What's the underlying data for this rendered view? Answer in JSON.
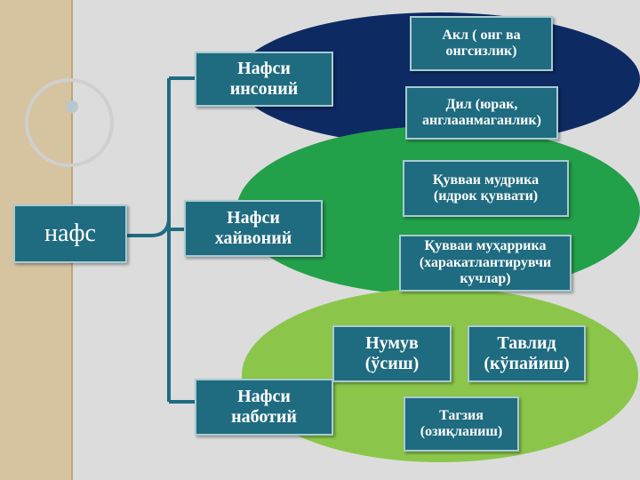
{
  "colors": {
    "box_fill": "#1f6b80",
    "ellipse_insoniy": "#0e2a63",
    "ellipse_hayvoniy": "#23a04a",
    "ellipse_nabotiy": "#8bc64a",
    "connector": "#1f6b80"
  },
  "root": {
    "label": "нафс"
  },
  "branches": [
    {
      "label": "Нафси\nинсоний",
      "children": [
        "Акл ( онг ва\nонгсизлик)",
        "Дил (юрак,\nанглаанмаганлик)"
      ]
    },
    {
      "label": "Нафси\nхайвоний",
      "children": [
        "Қувваи мудрика\n(идрок қуввати)",
        "Қувваи муҳаррика\n(харакатлантирувчи\nкучлар)"
      ]
    },
    {
      "label": "Нафси\nнаботий",
      "children": [
        "Нумув\n(ўсиш)",
        "Тавлид\n(кўпайиш)",
        "Тагзия\n(озиқланиш)"
      ]
    }
  ]
}
